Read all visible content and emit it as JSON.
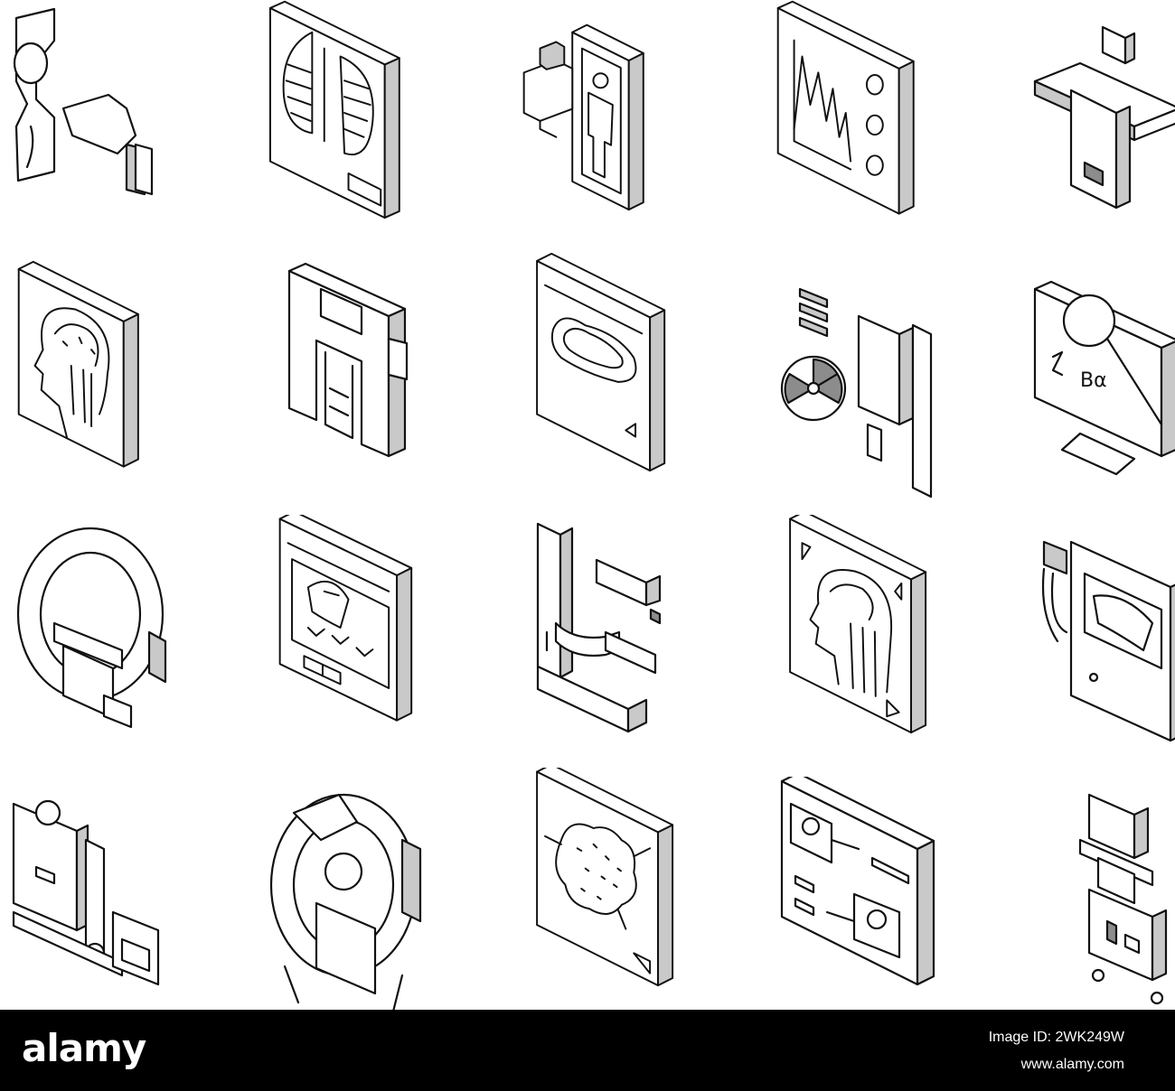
{
  "icons": [
    {
      "name": "knee-joint-icon"
    },
    {
      "name": "chest-xray-icon"
    },
    {
      "name": "body-scanner-icon"
    },
    {
      "name": "analysis-chart-icon"
    },
    {
      "name": "radiology-machine-icon"
    },
    {
      "name": "brain-scan-icon"
    },
    {
      "name": "body-scan-table-icon"
    },
    {
      "name": "scan-image-icon"
    },
    {
      "name": "radiation-equipment-icon"
    },
    {
      "name": "monitor-magnifier-icon"
    },
    {
      "name": "mri-scanner-icon"
    },
    {
      "name": "ultrasound-screen-icon"
    },
    {
      "name": "xray-arm-machine-icon"
    },
    {
      "name": "head-mri-image-icon"
    },
    {
      "name": "ultrasound-device-icon"
    },
    {
      "name": "fluoroscopy-machine-icon"
    },
    {
      "name": "ct-scanner-patient-icon"
    },
    {
      "name": "tumor-scan-icon"
    },
    {
      "name": "xray-report-board-icon"
    },
    {
      "name": "portable-xray-icon"
    }
  ],
  "footer": {
    "logo": "alamy",
    "image_id": "Image ID: 2WK249W",
    "url": "www.alamy.com",
    "background": "#000000",
    "text_color": "#ffffff"
  }
}
